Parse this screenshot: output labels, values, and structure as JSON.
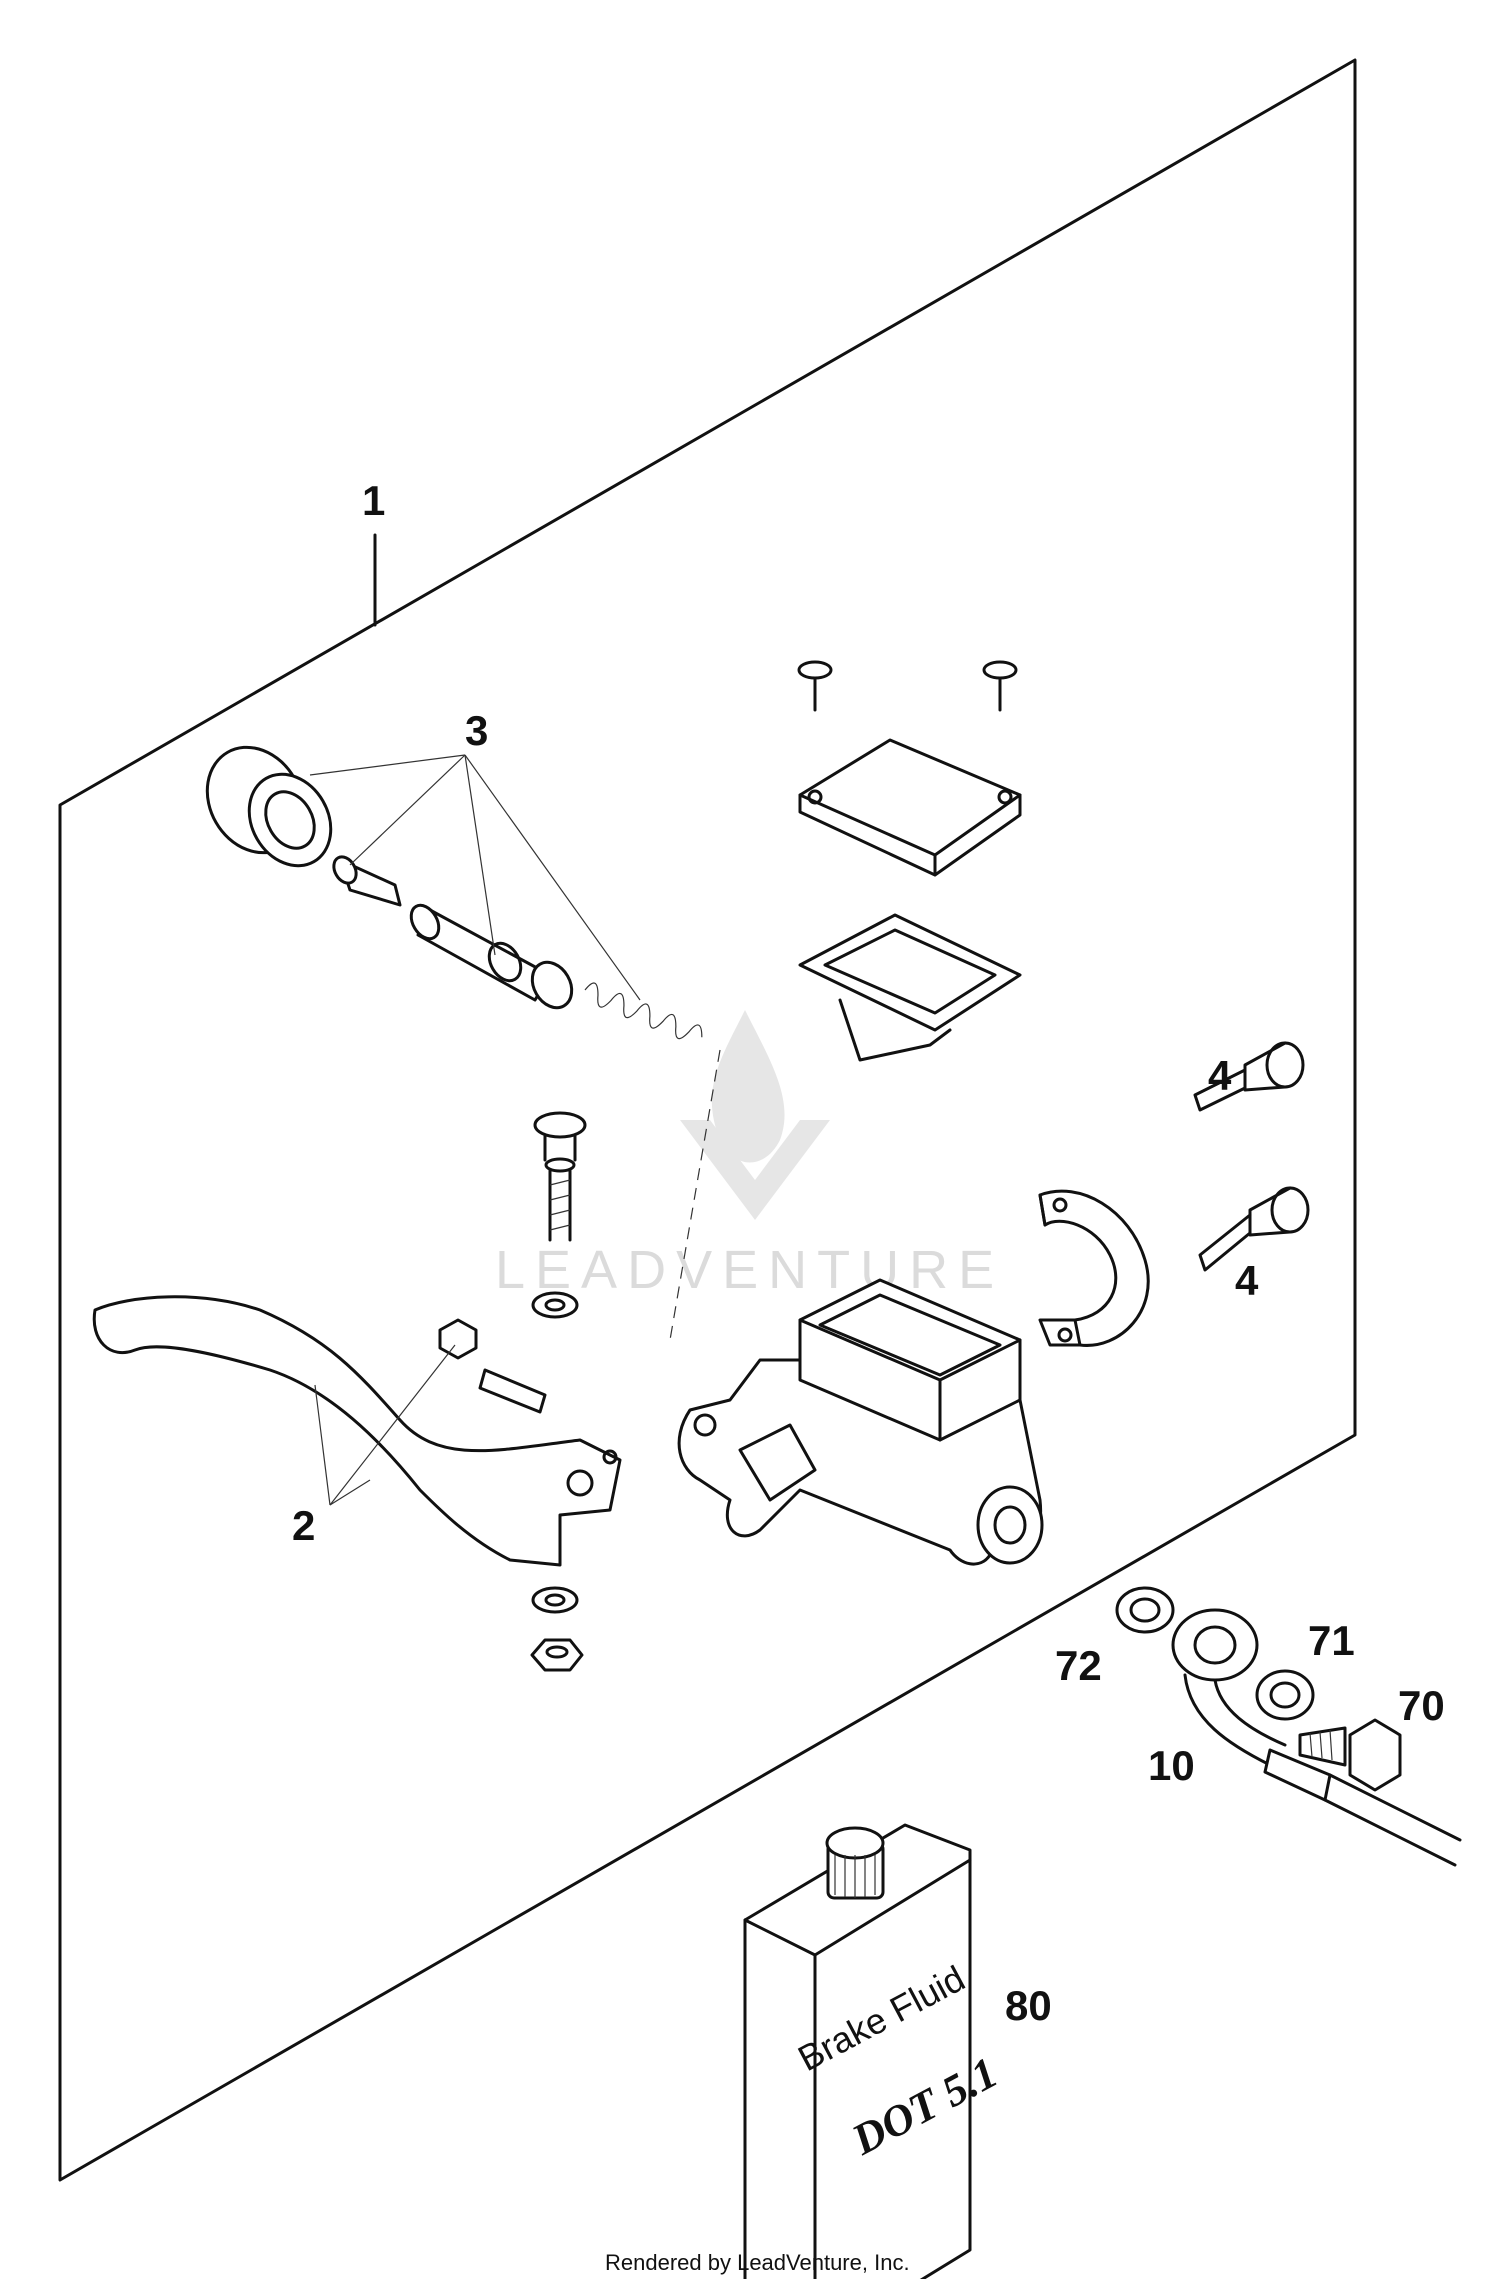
{
  "callouts": {
    "c1": "1",
    "c2": "2",
    "c3": "3",
    "c4a": "4",
    "c4b": "4",
    "c10": "10",
    "c70": "70",
    "c71": "71",
    "c72": "72",
    "c80": "80"
  },
  "bottle": {
    "line1": "Brake Fluid",
    "line2": "DOT 5.1"
  },
  "watermark": "LEADVENTURE",
  "footer": "Rendered by LeadVenture, Inc."
}
